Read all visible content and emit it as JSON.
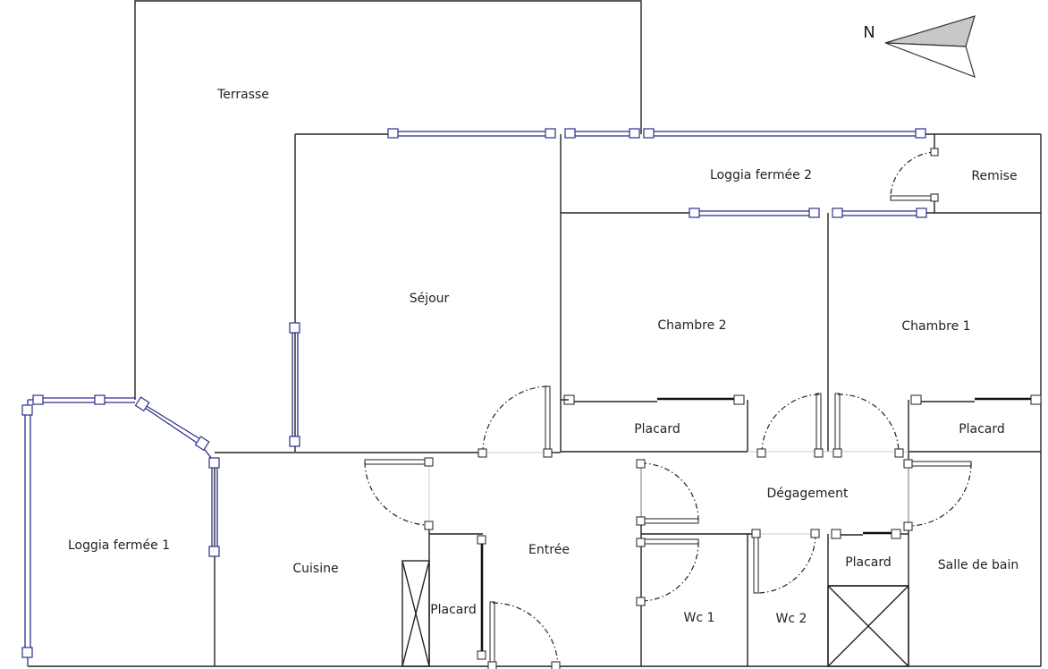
{
  "plan": {
    "compass_label": "N",
    "rooms": {
      "terrasse": "Terrasse",
      "sejour": "Séjour",
      "loggia2": "Loggia fermée 2",
      "remise": "Remise",
      "chambre2": "Chambre 2",
      "chambre1": "Chambre 1",
      "placard_ch2": "Placard",
      "placard_ch1": "Placard",
      "degagement": "Dégagement",
      "loggia1": "Loggia fermée 1",
      "cuisine": "Cuisine",
      "entree": "Entrée",
      "placard_entree": "Placard",
      "wc1": "Wc 1",
      "wc2": "Wc 2",
      "placard_sdb": "Placard",
      "salle_de_bain": "Salle de bain"
    }
  }
}
